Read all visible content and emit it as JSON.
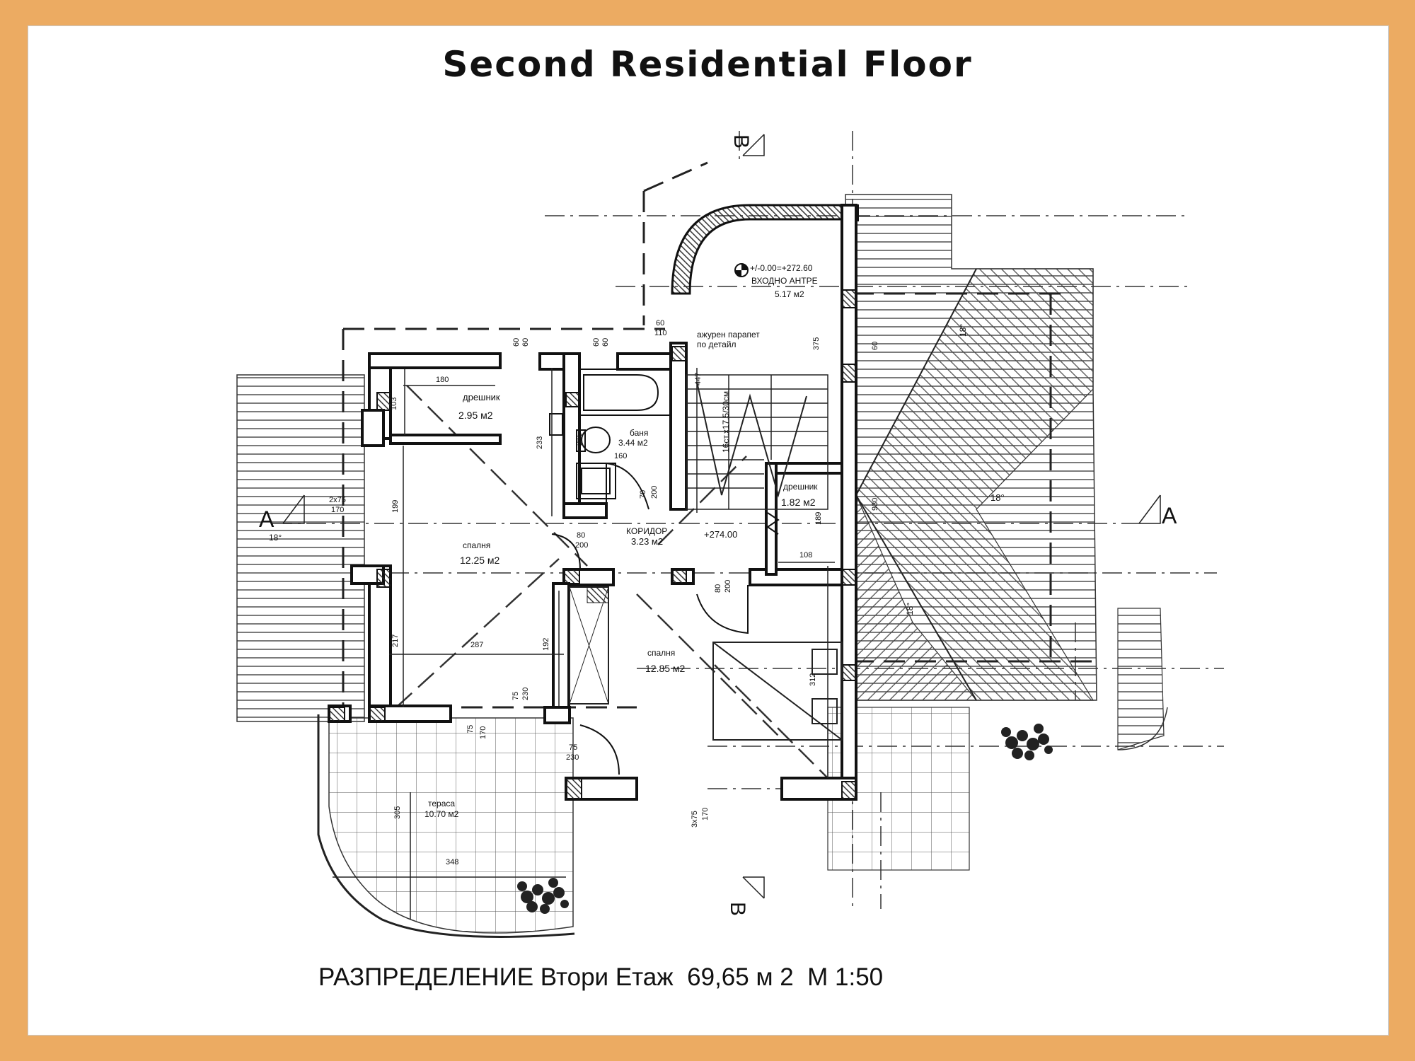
{
  "title": "Second Residential Floor",
  "caption": "РАЗПРЕДЕЛЕНИЕ Втори Етаж  69,65 м 2  М 1:50",
  "section_markers": {
    "a": "A",
    "b": "B"
  },
  "elevation": {
    "entrance": "+/-0.00=+272.60",
    "corridor_landing": "+274.00"
  },
  "stair_label": "16ст.х17.5/30см",
  "parapet_note": {
    "line1": "ажурен парапет",
    "line2": "по детайл"
  },
  "rooms": {
    "entrance": {
      "name": "ВХОДНО АНТРЕ",
      "area": "5.17 м2"
    },
    "closet_1": {
      "name": "дрешник",
      "area": "2.95 м2"
    },
    "bathroom": {
      "name": "баня",
      "area": "3.44 м2"
    },
    "closet_2": {
      "name": "дрешник",
      "area": "1.82 м2"
    },
    "corridor": {
      "name": "КОРИДОР",
      "area": "3.23 м2"
    },
    "bedroom_1": {
      "name": "спалня",
      "area": "12.25 м2"
    },
    "bedroom_2": {
      "name": "спалня",
      "area": "12.85 м2"
    },
    "terrace": {
      "name": "тераса",
      "area": "10.70 м2"
    }
  },
  "roof_slope": "18°",
  "dimensions": {
    "d60a": "60",
    "d110": "110",
    "d60b": "60",
    "d60c": "60",
    "d60d": "60",
    "d60e": "60",
    "d180": "180",
    "d103": "103",
    "d233": "233",
    "d215": "215",
    "d160": "160",
    "d70": "70",
    "d200a": "200",
    "d447": "447",
    "d375": "375",
    "d60f": "60",
    "d199": "199",
    "d2x75": "2х75",
    "d170a": "170",
    "d80a": "80",
    "d200b": "200",
    "d189": "189",
    "d108": "108",
    "d930": "930",
    "d80b": "80",
    "d200c": "200",
    "d217": "217",
    "d287": "287",
    "d192": "192",
    "d75a": "75",
    "d230a": "230",
    "d312": "312",
    "d75b": "75",
    "d170b": "170",
    "d75c": "75",
    "d230b": "230",
    "d305": "305",
    "d348": "348",
    "d3x75": "3х75",
    "d170c": "170"
  }
}
